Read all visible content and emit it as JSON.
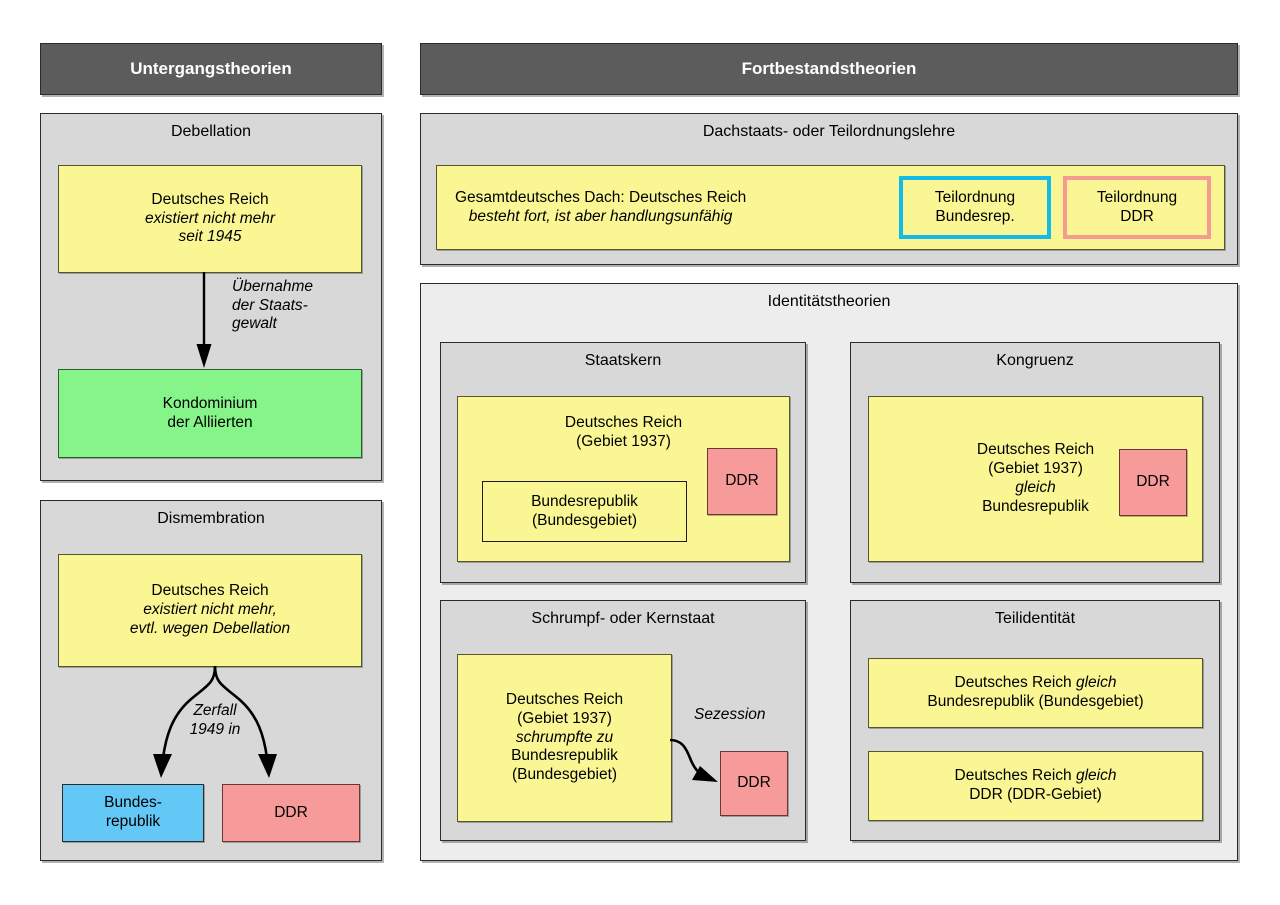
{
  "columns": {
    "left_header": "Untergangstheorien",
    "right_header": "Fortbestandstheorien"
  },
  "debellation": {
    "title": "Debellation",
    "reich": {
      "line1": "Deutsches Reich",
      "line2": "existiert nicht mehr",
      "line3": "seit 1945"
    },
    "arrow_caption": {
      "line1": "Übernahme",
      "line2": "der Staats-",
      "line3": "gewalt"
    },
    "condominium": {
      "line1": "Kondominium",
      "line2": "der Alliierten"
    }
  },
  "dismembration": {
    "title": "Dismembration",
    "reich": {
      "line1": "Deutsches Reich",
      "line2": "existiert nicht mehr,",
      "line3": "evtl. wegen Debellation"
    },
    "arrow_caption": {
      "line1": "Zerfall",
      "line2": "1949 in"
    },
    "brd": {
      "line1": "Bundes-",
      "line2": "republik"
    },
    "ddr": {
      "line1": "DDR"
    }
  },
  "dachstaat": {
    "title": "Dachstaats- oder Teilordnungslehre",
    "dach": {
      "line1": "Gesamtdeutsches Dach: Deutsches Reich",
      "line2": "besteht fort, ist aber handlungsunfähig"
    },
    "teilordnung_brd": {
      "line1": "Teilordnung",
      "line2": "Bundesrep."
    },
    "teilordnung_ddr": {
      "line1": "Teilordnung",
      "line2": "DDR"
    }
  },
  "identitaet": {
    "title": "Identitätstheorien",
    "staatskern": {
      "title": "Staatskern",
      "reich": {
        "line1": "Deutsches Reich",
        "line2": "(Gebiet 1937)"
      },
      "brd": {
        "line1": "Bundesrepublik",
        "line2": "(Bundesgebiet)"
      },
      "ddr": "DDR"
    },
    "kongruenz": {
      "title": "Kongruenz",
      "reich": {
        "line1": "Deutsches Reich",
        "line2": "(Gebiet 1937)",
        "line3": "gleich",
        "line4": "Bundesrepublik"
      },
      "ddr": "DDR"
    },
    "schrumpfstaat": {
      "title": "Schrumpf- oder Kernstaat",
      "reich": {
        "line1": "Deutsches Reich",
        "line2": "(Gebiet 1937)",
        "line3": "schrumpfte zu",
        "line4": "Bundesrepublik",
        "line5": "(Bundesgebiet)"
      },
      "arrow_caption": "Sezession",
      "ddr": "DDR"
    },
    "teilidentitaet": {
      "title": "Teilidentität",
      "brd": {
        "line1_a": "Deutsches Reich ",
        "line1_b": "gleich",
        "line2": "Bundesrepublik (Bundesgebiet)"
      },
      "ddr": {
        "line1_a": "Deutsches Reich ",
        "line1_b": "gleich",
        "line2": "DDR (DDR-Gebiet)"
      }
    }
  },
  "colors": {
    "header_bar": "#5c5c5c",
    "panel_grey": "#d8d8d8",
    "panel_light_grey": "#ededed",
    "yellow": "#fbf694",
    "green": "#86f589",
    "blue": "#63c8f5",
    "red": "#f79a9a",
    "ring_cyan": "#12bbe8",
    "ring_pink": "#f59b93"
  }
}
